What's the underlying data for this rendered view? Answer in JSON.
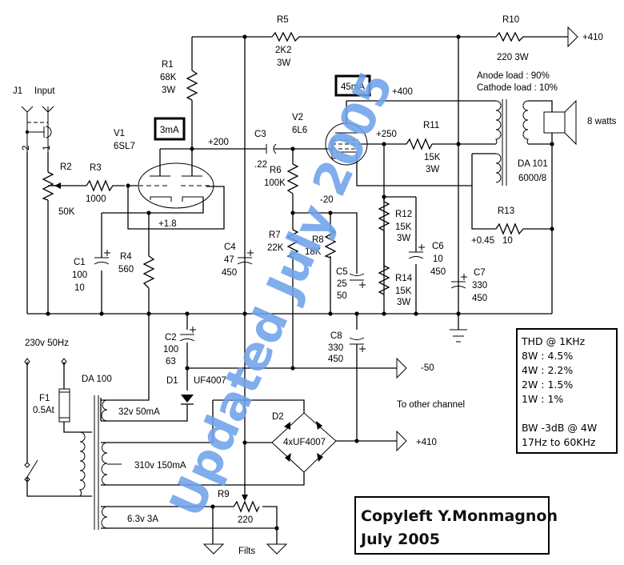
{
  "title": "6SL7 / 6L6 single-ended amplifier schematic",
  "watermark": "Updated July 2005",
  "components": {
    "J1": {
      "ref": "J1",
      "label": "Input",
      "pin1": "1",
      "pin2": "2"
    },
    "R1": {
      "ref": "R1",
      "value": "68K",
      "power": "3W"
    },
    "R2": {
      "ref": "R2",
      "value": "50K"
    },
    "R3": {
      "ref": "R3",
      "value": "1000"
    },
    "R4": {
      "ref": "R4",
      "value": "560"
    },
    "R5": {
      "ref": "R5",
      "value": "2K2",
      "power": "3W"
    },
    "R6": {
      "ref": "R6",
      "value": "100K"
    },
    "R7": {
      "ref": "R7",
      "value": "22K"
    },
    "R8": {
      "ref": "R8",
      "value": "18K"
    },
    "R9": {
      "ref": "R9",
      "value": "220"
    },
    "R10": {
      "ref": "R10",
      "value": "220 3W"
    },
    "R11": {
      "ref": "R11",
      "value": "15K",
      "power": "3W"
    },
    "R12": {
      "ref": "R12",
      "value": "15K",
      "power": "3W"
    },
    "R13": {
      "ref": "R13",
      "value": "10"
    },
    "R14": {
      "ref": "R14",
      "value": "15K",
      "power": "3W"
    },
    "C1": {
      "ref": "C1",
      "value": "100",
      "voltage": "10"
    },
    "C2": {
      "ref": "C2",
      "value": "100",
      "voltage": "63"
    },
    "C3": {
      "ref": "C3",
      "value": ".22"
    },
    "C4": {
      "ref": "C4",
      "value": "47",
      "voltage": "450"
    },
    "C5": {
      "ref": "C5",
      "value": "25",
      "voltage": "50"
    },
    "C6": {
      "ref": "C6",
      "value": "10",
      "voltage": "450"
    },
    "C7": {
      "ref": "C7",
      "value": "330",
      "voltage": "450"
    },
    "C8": {
      "ref": "C8",
      "value": "330",
      "voltage": "450"
    },
    "V1": {
      "ref": "V1",
      "type": "6SL7"
    },
    "V2": {
      "ref": "V2",
      "type": "6L6"
    },
    "D1": {
      "ref": "D1",
      "type": "UF4007"
    },
    "D2": {
      "ref": "D2",
      "type": "4xUF4007"
    },
    "F1": {
      "ref": "F1",
      "value": "0.5At"
    },
    "DA100": {
      "ref": "DA 100",
      "sec1": "32v 50mA",
      "sec2": "310v 150mA",
      "sec3": "6.3v 3A"
    },
    "DA101": {
      "ref": "DA 101",
      "ratio": "6000/8"
    }
  },
  "voltages": {
    "v1_anode": "+200",
    "v1_cathode": "+1.8",
    "v2_anode": "+400",
    "v2_g2": "+250",
    "bias": "-20",
    "fb": "+0.45",
    "supply_out": "+410",
    "neg_out": "-50",
    "supply_out2": "+410"
  },
  "currents": {
    "v1": "3mA",
    "v2": "45mA"
  },
  "notes": {
    "anode_load": "Anode load     : 90%",
    "cathode_load": "Cathode load : 10%",
    "speaker": "8 watts",
    "mains": "230v 50Hz",
    "other_channel": "To other channel",
    "filts": "Filts"
  },
  "specs": {
    "lines": [
      "THD @ 1KHz",
      "8W : 4.5%",
      "4W : 2.2%",
      "2W : 1.5%",
      "1W : 1%",
      "",
      "BW -3dB @ 4W",
      "17Hz to 60KHz"
    ]
  },
  "copyright": {
    "line1": "Copyleft Y.Monmagnon",
    "line2": "July 2005"
  }
}
